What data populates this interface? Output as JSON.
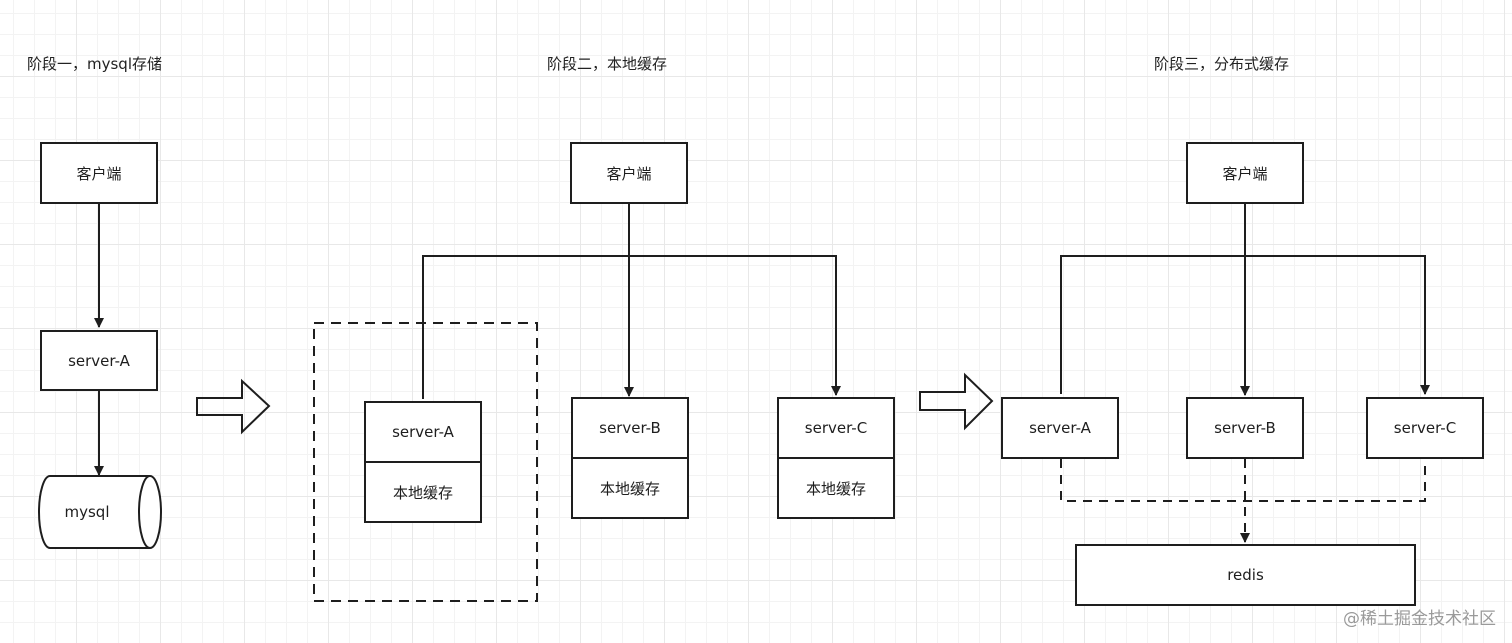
{
  "stages": [
    {
      "title": "阶段一，mysql存储",
      "client": "客户端",
      "server": "server-A",
      "database": "mysql"
    },
    {
      "title": "阶段二，本地缓存",
      "client": "客户端",
      "servers": [
        {
          "name": "server-A",
          "cache": "本地缓存"
        },
        {
          "name": "server-B",
          "cache": "本地缓存"
        },
        {
          "name": "server-C",
          "cache": "本地缓存"
        }
      ]
    },
    {
      "title": "阶段三，分布式缓存",
      "client": "客户端",
      "servers": [
        {
          "name": "server-A"
        },
        {
          "name": "server-B"
        },
        {
          "name": "server-C"
        }
      ],
      "shared_cache": "redis"
    }
  ],
  "watermark": "@稀土掘金技术社区"
}
